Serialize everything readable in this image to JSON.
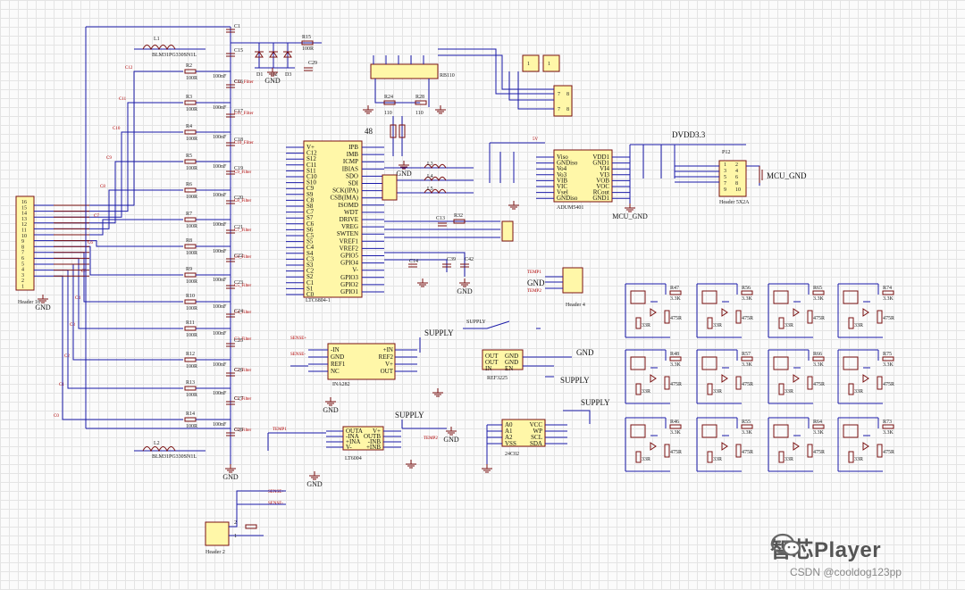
{
  "labels": {
    "gnd": "GND",
    "mcu_gnd": "MCU_GND",
    "dvdd": "DVDD3.3",
    "supply": "SUPPLY",
    "ic_main": "LTC6804-1",
    "ic_iso": "ADUM5401",
    "ic_amp": "INA282",
    "ic_ref": "REF3225",
    "ic_op": "LT6004",
    "ic_eeprom": "24C02",
    "l1": "L1",
    "l1_part": "BLM31PG330SN1L",
    "l2": "L2",
    "l2_part": "BLM31PG330SN1L",
    "header16": "Header 16",
    "header2": "Header 2",
    "header2x5": "Header 5X2A",
    "header4": "Header 4",
    "p12": "P12",
    "temp1": "TEMP1",
    "temp2": "TEMP2",
    "sense_p": "SENSE+",
    "sense_m": "SENSE-"
  },
  "main_pins_left": [
    "V+",
    "C12",
    "S12",
    "C11",
    "S11",
    "C10",
    "S10",
    "C9",
    "S9",
    "C8",
    "S8",
    "C7",
    "S7",
    "C6",
    "S6",
    "C5",
    "S5",
    "C4",
    "S4",
    "C3",
    "S3",
    "C2",
    "S2",
    "C1",
    "S1",
    "C0"
  ],
  "main_pins_right": [
    "IPB",
    "IMB",
    "ICMP",
    "IBIAS",
    "SDO",
    "SDI",
    "SCK(IPA)",
    "CSB(IMA)",
    "ISOMD",
    "WDT",
    "DRIVE",
    "VREG",
    "SWTEN",
    "VREF1",
    "VREF2",
    "GPIO5",
    "GPIO4",
    "V-",
    "GPIO3",
    "GPIO2",
    "GPIO1"
  ],
  "iso_pins_left": [
    "Viso",
    "GNDiso",
    "Vo4",
    "Vo3",
    "VIB",
    "VIC",
    "Vsel",
    "GNDiso"
  ],
  "iso_pins_right": [
    "VDD1",
    "GND1",
    "VI4",
    "VI3",
    "VOB",
    "VOC",
    "RCout",
    "GND1"
  ],
  "amp_pins_left": [
    "-IN",
    "GND",
    "REF1",
    "NC"
  ],
  "amp_pins_right": [
    "+IN",
    "REF2",
    "V+",
    "OUT"
  ],
  "ref_pins": [
    "OUT",
    "GND",
    "OUT",
    "GND",
    "IN",
    "EN"
  ],
  "op_pins_left": [
    "OUTA",
    "-INA",
    "+INA",
    "V-"
  ],
  "op_pins_right": [
    "V+",
    "OUTB",
    "-INB",
    "+INB"
  ],
  "eeprom_pins_left": [
    "A0",
    "A1",
    "A2",
    "VSS"
  ],
  "eeprom_pins_right": [
    "VCC",
    "WP",
    "SCL",
    "SDA"
  ],
  "cap_labels": [
    "C1",
    "C15",
    "C16",
    "C17",
    "C18",
    "C19",
    "C20",
    "C21",
    "C22",
    "C23",
    "C24",
    "C25",
    "C26",
    "C27",
    "C28"
  ],
  "res_labels": [
    "R2",
    "R3",
    "R4",
    "R5",
    "R6",
    "R7",
    "R8",
    "R9",
    "R10",
    "R11",
    "R12",
    "R13",
    "R14"
  ],
  "filter_labels": [
    "C12_Filter",
    "C11_Filter",
    "C10_Filter",
    "C9_Filter",
    "C8_Filter",
    "C7_Filter",
    "C6_Filter",
    "C5_Filter",
    "C4_Filter",
    "C3_Filter",
    "C2_Filter",
    "C1_Filter",
    "C0_Filter"
  ],
  "cell_nets": [
    "C12",
    "C11",
    "C10",
    "C9",
    "C8",
    "C7",
    "C6",
    "C5",
    "C4",
    "C3",
    "C2",
    "C1",
    "C0"
  ],
  "r_value": "100R",
  "c_value": "100nF",
  "misc": {
    "r15": "R15",
    "r15_val": "100R",
    "c29": "C29",
    "d1": "D1",
    "d2": "D2",
    "d3": "D3",
    "pin48": "48",
    "v5": "5V",
    "l3": "L3",
    "l4": "L4",
    "l5": "L5",
    "r32": "R32",
    "c13": "C13",
    "c14": "C14",
    "c39": "C39",
    "c42": "C42",
    "r24": "R24",
    "r28": "R28",
    "r110": "110",
    "rb110": "RB110"
  },
  "bal_r_labels": [
    "R47",
    "R56",
    "R65",
    "R74",
    "R48",
    "R57",
    "R66",
    "R75",
    "R46",
    "R55",
    "R64",
    "R73"
  ],
  "bal_rvals": [
    "3.3K",
    "475R",
    "33R"
  ],
  "watermark": "智芯Player",
  "csdn": "CSDN @cooldog123pp"
}
